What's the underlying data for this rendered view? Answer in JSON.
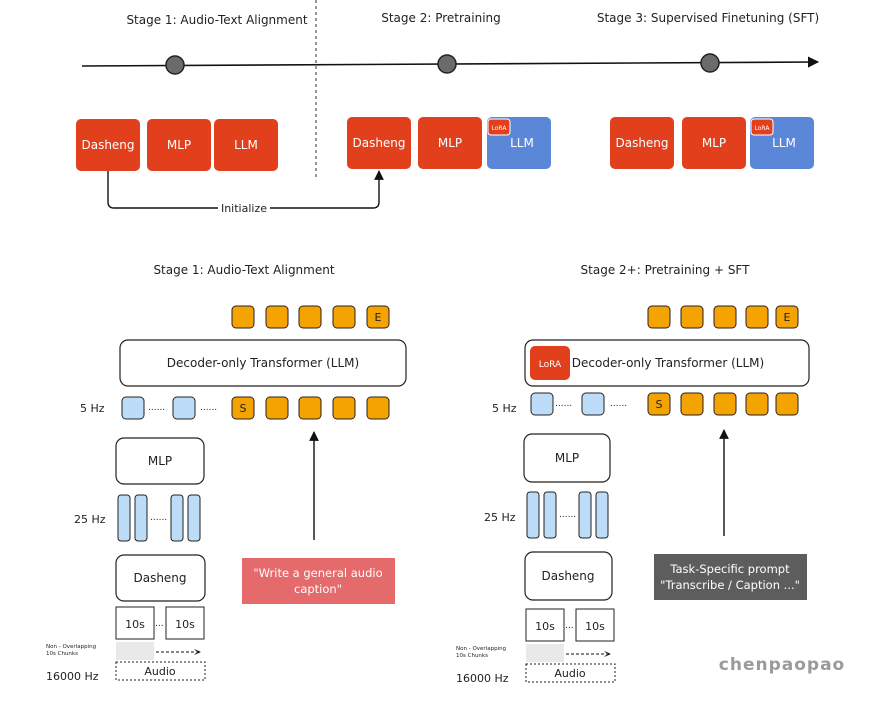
{
  "timeline": {
    "stages": [
      "Stage 1: Audio-Text Alignment",
      "Stage 2: Pretraining",
      "Stage 3: Supervised Finetuning (SFT)"
    ],
    "initialize_label": "Initialize"
  },
  "modules": {
    "dasheng": "Dasheng",
    "mlp": "MLP",
    "llm": "LLM",
    "lora": "LoRA"
  },
  "colors": {
    "red": "#e2401c",
    "blue": "#5b87d8",
    "token_orange": "#f5a300",
    "token_blue": "#bcdcf7",
    "prompt1": "#e46a6b",
    "prompt2": "#5d5d5d"
  },
  "left_panel": {
    "title": "Stage 1: Audio-Text Alignment",
    "decoder": "Decoder-only Transformer (LLM)",
    "rate_5hz": "5 Hz",
    "rate_25hz": "25 Hz",
    "rate_16k": "16000 Hz",
    "mlp": "MLP",
    "dasheng": "Dasheng",
    "chunk": "10s",
    "chunks_note_1": "Non - Overlapping",
    "chunks_note_2": "10s Chunks",
    "audio": "Audio",
    "start_token": "S",
    "end_token": "E",
    "ellipsis": "......",
    "prompt_line1": "\"Write a general audio",
    "prompt_line2": "caption\""
  },
  "right_panel": {
    "title": "Stage 2+: Pretraining + SFT",
    "decoder": "Decoder-only Transformer (LLM)",
    "lora": "LoRA",
    "rate_5hz": "5 Hz",
    "rate_25hz": "25 Hz",
    "rate_16k": "16000 Hz",
    "mlp": "MLP",
    "dasheng": "Dasheng",
    "chunk": "10s",
    "chunks_note_1": "Non - Overlapping",
    "chunks_note_2": "10s Chunks",
    "audio": "Audio",
    "start_token": "S",
    "end_token": "E",
    "ellipsis": "......",
    "prompt_line1": "Task-Specific prompt",
    "prompt_line2": "\"Transcribe / Caption ...\""
  },
  "watermark": "chenpaopao"
}
